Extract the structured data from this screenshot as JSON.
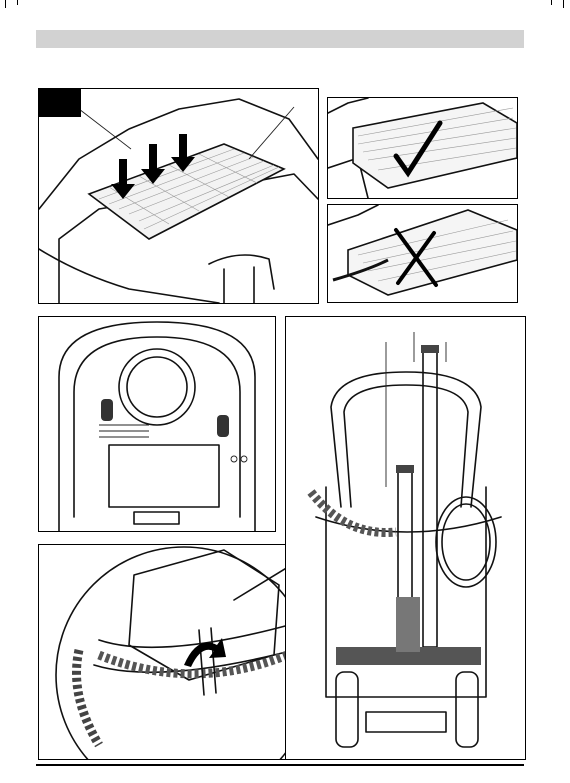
{
  "page": {
    "header_bar_color": "#d2d2d2",
    "background": "#ffffff"
  },
  "figures": [
    {
      "id": "filter-insert",
      "depicts": "filter-panel-icon",
      "has_badge": true
    },
    {
      "id": "filter-correct",
      "depicts": "checkmark-icon"
    },
    {
      "id": "filter-incorrect",
      "depicts": "cross-icon"
    },
    {
      "id": "control-panel-back",
      "depicts": "vacuum-back-panel-icon"
    },
    {
      "id": "hose-storage-detail",
      "depicts": "hose-wrap-arrow-icon"
    },
    {
      "id": "vacuum-accessories-front",
      "depicts": "vacuum-front-icon"
    }
  ]
}
